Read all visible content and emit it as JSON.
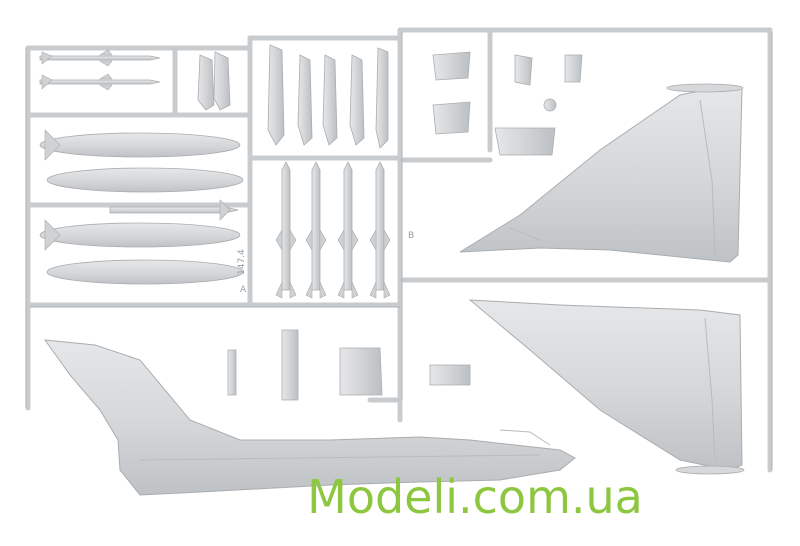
{
  "image": {
    "subject": "kit-sprue",
    "colors": {
      "background": "#ffffff",
      "plastic": "#d6d8da",
      "plastic_edge": "#a9adb0",
      "watermark": "#8dc63f"
    }
  },
  "watermark": {
    "text": "Modeli.com.ua"
  },
  "sprue_labels": {
    "tag_a": "A",
    "tag_b": "B",
    "code": "147.4"
  }
}
